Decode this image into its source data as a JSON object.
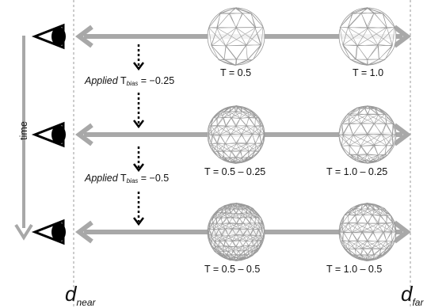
{
  "time_label": "time",
  "d_near": {
    "main": "d",
    "sub": "near"
  },
  "d_far": {
    "main": "d",
    "sub": "far"
  },
  "applied_steps": [
    {
      "word": "Applied",
      "symbol": "T",
      "sub": "bias",
      "rest": " = −0.25"
    },
    {
      "word": "Applied",
      "symbol": "T",
      "sub": "bias",
      "rest": " = −0.5"
    }
  ],
  "rows": [
    {
      "labels": [
        "T = 0.5",
        "T = 1.0"
      ],
      "mesh_density": [
        1,
        1
      ]
    },
    {
      "labels": [
        "T = 0.5 – 0.25",
        "T = 1.0 – 0.25"
      ],
      "mesh_density": [
        2,
        1.5
      ]
    },
    {
      "labels": [
        "T = 0.5 – 0.5",
        "T = 1.0 – 0.5"
      ],
      "mesh_density": [
        3,
        2
      ]
    }
  ],
  "colors": {
    "arrow": "#a8a8a8",
    "guide": "#999999",
    "mesh": "#9a9a9a",
    "eye": "#000000"
  }
}
